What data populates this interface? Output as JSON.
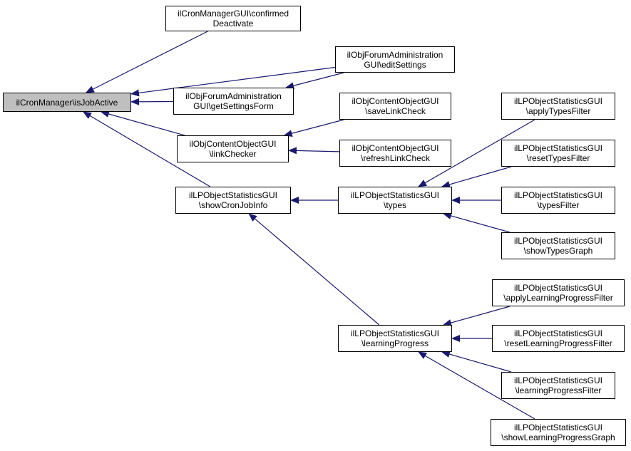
{
  "colors": {
    "edge": "#191970",
    "root_fill": "#bfbfbf",
    "node_fill": "#ffffff",
    "border": "#000000"
  },
  "nodes": {
    "root": {
      "lines": [
        "ilCronManager\\isJobActive"
      ]
    },
    "confirmed_deactivate": {
      "lines": [
        "ilCronManagerGUI\\confirmed",
        "Deactivate"
      ]
    },
    "edit_settings": {
      "lines": [
        "ilObjForumAdministration",
        "GUI\\editSettings"
      ]
    },
    "get_settings_form": {
      "lines": [
        "ilObjForumAdministration",
        "GUI\\getSettingsForm"
      ]
    },
    "link_checker": {
      "lines": [
        "ilObjContentObjectGUI",
        "\\linkChecker"
      ]
    },
    "save_link_check": {
      "lines": [
        "ilObjContentObjectGUI",
        "\\saveLinkCheck"
      ]
    },
    "refresh_link_check": {
      "lines": [
        "ilObjContentObjectGUI",
        "\\refreshLinkCheck"
      ]
    },
    "show_cron_job_info": {
      "lines": [
        "ilLPObjectStatisticsGUI",
        "\\showCronJobInfo"
      ]
    },
    "types": {
      "lines": [
        "ilLPObjectStatisticsGUI",
        "\\types"
      ]
    },
    "apply_types_filter": {
      "lines": [
        "ilLPObjectStatisticsGUI",
        "\\applyTypesFilter"
      ]
    },
    "reset_types_filter": {
      "lines": [
        "ilLPObjectStatisticsGUI",
        "\\resetTypesFilter"
      ]
    },
    "types_filter": {
      "lines": [
        "ilLPObjectStatisticsGUI",
        "\\typesFilter"
      ]
    },
    "show_types_graph": {
      "lines": [
        "ilLPObjectStatisticsGUI",
        "\\showTypesGraph"
      ]
    },
    "learning_progress": {
      "lines": [
        "ilLPObjectStatisticsGUI",
        "\\learningProgress"
      ]
    },
    "apply_lp_filter": {
      "lines": [
        "ilLPObjectStatisticsGUI",
        "\\applyLearningProgressFilter"
      ]
    },
    "reset_lp_filter": {
      "lines": [
        "ilLPObjectStatisticsGUI",
        "\\resetLearningProgressFilter"
      ]
    },
    "lp_filter": {
      "lines": [
        "ilLPObjectStatisticsGUI",
        "\\learningProgressFilter"
      ]
    },
    "show_lp_graph": {
      "lines": [
        "ilLPObjectStatisticsGUI",
        "\\showLearningProgressGraph"
      ]
    }
  },
  "edges": [
    {
      "from": "confirmed_deactivate",
      "to": "root"
    },
    {
      "from": "edit_settings",
      "to": "root"
    },
    {
      "from": "get_settings_form",
      "to": "root"
    },
    {
      "from": "link_checker",
      "to": "root"
    },
    {
      "from": "show_cron_job_info",
      "to": "root"
    },
    {
      "from": "edit_settings",
      "to": "get_settings_form"
    },
    {
      "from": "save_link_check",
      "to": "link_checker"
    },
    {
      "from": "refresh_link_check",
      "to": "link_checker"
    },
    {
      "from": "types",
      "to": "show_cron_job_info"
    },
    {
      "from": "learning_progress",
      "to": "show_cron_job_info"
    },
    {
      "from": "apply_types_filter",
      "to": "types"
    },
    {
      "from": "reset_types_filter",
      "to": "types"
    },
    {
      "from": "types_filter",
      "to": "types"
    },
    {
      "from": "show_types_graph",
      "to": "types"
    },
    {
      "from": "apply_lp_filter",
      "to": "learning_progress"
    },
    {
      "from": "reset_lp_filter",
      "to": "learning_progress"
    },
    {
      "from": "lp_filter",
      "to": "learning_progress"
    },
    {
      "from": "show_lp_graph",
      "to": "learning_progress"
    }
  ]
}
